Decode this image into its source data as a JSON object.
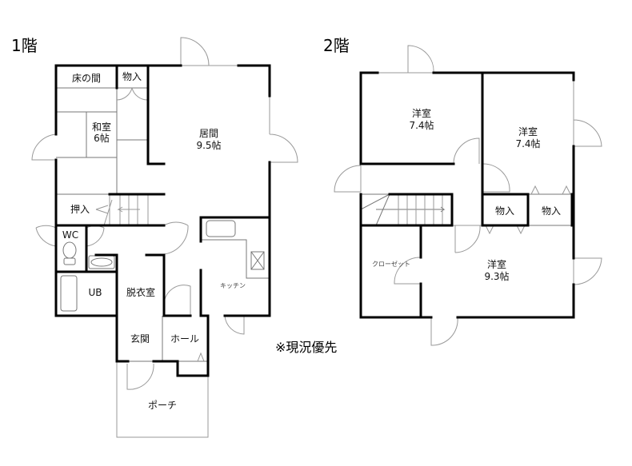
{
  "floor1": {
    "title": "1階",
    "rooms": {
      "tokonoma": "床の間",
      "storage": "物入",
      "washitsu": "和室",
      "washitsu_size": "6帖",
      "living": "居間",
      "living_size": "9.5帖",
      "oshiire": "押入",
      "wc": "WC",
      "ub": "UB",
      "dressing": "脱衣室",
      "kitchen": "キッチン",
      "genkan": "玄関",
      "hall": "ホール",
      "porch": "ポーチ"
    }
  },
  "floor2": {
    "title": "2階",
    "rooms": {
      "western1": "洋室",
      "western1_size": "7.4帖",
      "western2": "洋室",
      "western2_size": "7.4帖",
      "storage1": "物入",
      "storage2": "物入",
      "closet": "クローゼット",
      "western3": "洋室",
      "western3_size": "9.3帖"
    }
  },
  "note": "※現況優先"
}
